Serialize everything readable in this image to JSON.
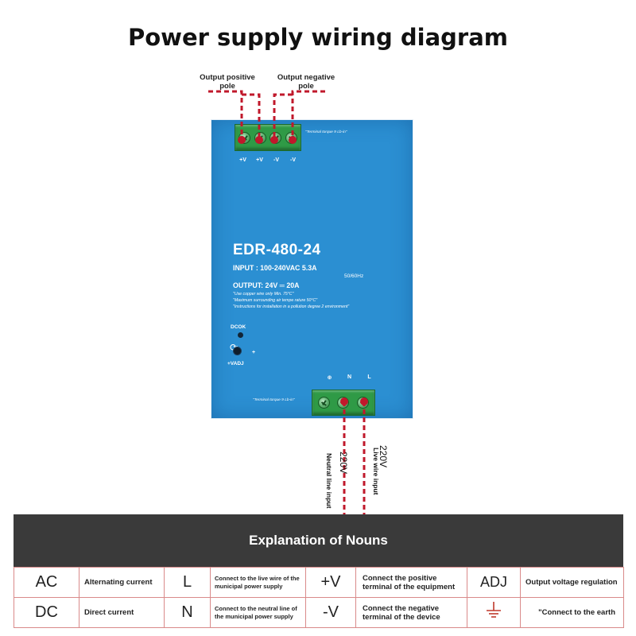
{
  "title": "Power supply wiring diagram",
  "callouts": {
    "positive": [
      "Output positive",
      "pole"
    ],
    "negative": [
      "Output negative",
      "pole"
    ]
  },
  "psu": {
    "model": "EDR-480-24",
    "input_spec": "INPUT : 100-240VAC  5.3A",
    "frequency": "50/60Hz",
    "output_spec": "OUTPUT:    24V ═  20A",
    "notes": [
      "\"Use copper wire only Min. 75°C\"",
      "\"Maximum surrounding air tempe rature 50°C\"",
      "\"Instructions for installation in a pollution degree 2 environment\""
    ],
    "dcok_label": "DCOK",
    "vadj_label": "+VADJ",
    "vadj_plus": "+",
    "top_torque": "\"Terminal torque 9 Lb-in\"",
    "bottom_torque": "\"Terminal torque 9 Lb-in\"",
    "output_terminals": [
      "+V",
      "+V",
      "-V",
      "-V"
    ],
    "input_terminals": [
      "⊕",
      "N",
      "L"
    ]
  },
  "wire_labels": {
    "neutral": "Neutral line input",
    "neutral_voltage": "220V",
    "live": "Live wire input",
    "live_voltage": "220V"
  },
  "colors": {
    "psu_body": "#2b8fd2",
    "terminal_green": "#2f9a46",
    "wire_red": "#c0182b",
    "table_symbol": "#c0392b",
    "header_bg": "#3a3a3a"
  },
  "nouns": {
    "heading": "Explanation of Nouns",
    "rows": [
      [
        {
          "symbol": "AC",
          "text": "Alternating current"
        },
        {
          "symbol": "L",
          "text": "Connect to the live wire of the municipal power supply"
        },
        {
          "symbol": "+V",
          "text": "Connect the positive terminal of the equipment"
        },
        {
          "symbol": "ADJ",
          "text": "Output voltage regulation"
        }
      ],
      [
        {
          "symbol": "DC",
          "text": "Direct current"
        },
        {
          "symbol": "N",
          "text": "Connect to the neutral line of the municipal power supply"
        },
        {
          "symbol": "-V",
          "text": "Connect the negative terminal of the device"
        },
        {
          "symbol": "earth-icon",
          "text": "\"Connect to the earth"
        }
      ]
    ]
  }
}
